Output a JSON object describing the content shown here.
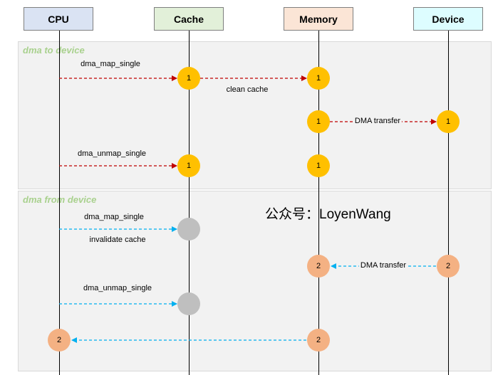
{
  "headers": {
    "cpu": "CPU",
    "cache": "Cache",
    "memory": "Memory",
    "device": "Device"
  },
  "colors": {
    "cpu": "#dae3f3",
    "cache": "#e2f0d9",
    "memory": "#fbe5d6",
    "device": "#ddfdff",
    "arrow_to_device": "#c00000",
    "arrow_from_device": "#00b0f0"
  },
  "sections": {
    "to_device": {
      "title": "dma to device"
    },
    "from_device": {
      "title": "dma from device"
    }
  },
  "labels": {
    "map_single_1": "dma_map_single",
    "clean_cache": "clean cache",
    "dma_transfer_1": "DMA transfer",
    "unmap_single_1": "dma_unmap_single",
    "map_single_2": "dma_map_single",
    "invalidate_cache": "invalidate cache",
    "dma_transfer_2": "DMA transfer",
    "unmap_single_2": "dma_unmap_single"
  },
  "nodes": {
    "n1": "1",
    "n2": "2"
  },
  "watermark": "公众号：LoyenWang"
}
